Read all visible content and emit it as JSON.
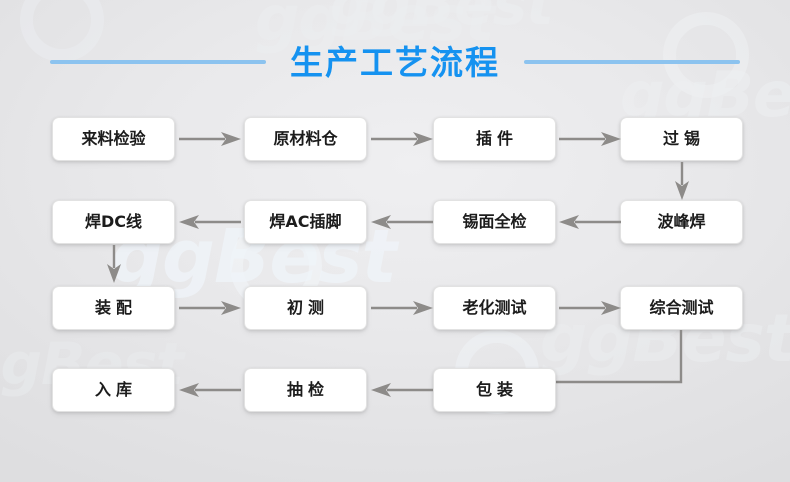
{
  "page": {
    "title": "生产工艺流程",
    "background_color": "#e4e4e6",
    "accent_color": "#1592f0",
    "rule_color": "#8cc3ef",
    "node_fill": "#ffffff",
    "arrow_color": "#8d8b89",
    "watermark_text": "ggBest"
  },
  "flow": {
    "rows": [
      {
        "direction": "left-to-right",
        "nodes": [
          {
            "label": "来料检验",
            "spaced": false
          },
          {
            "label": "原材料仓",
            "spaced": false
          },
          {
            "label": "插件",
            "spaced": true
          },
          {
            "label": "过锡",
            "spaced": true
          }
        ]
      },
      {
        "direction": "right-to-left",
        "nodes": [
          {
            "label": "焊DC线",
            "spaced": false
          },
          {
            "label": "焊AC插脚",
            "spaced": false
          },
          {
            "label": "锡面全检",
            "spaced": false
          },
          {
            "label": "波峰焊",
            "spaced": false
          }
        ]
      },
      {
        "direction": "left-to-right",
        "nodes": [
          {
            "label": "装配",
            "spaced": true
          },
          {
            "label": "初测",
            "spaced": true
          },
          {
            "label": "老化测试",
            "spaced": false
          },
          {
            "label": "综合测试",
            "spaced": false
          }
        ]
      },
      {
        "direction": "right-to-left",
        "nodes": [
          {
            "label": "入库",
            "spaced": true
          },
          {
            "label": "抽检",
            "spaced": true
          },
          {
            "label": "包装",
            "spaced": true
          }
        ]
      }
    ],
    "connectors": [
      {
        "name": "arrow-liaojianyan-to-yuancailiaocang",
        "kind": "arrow-right"
      },
      {
        "name": "arrow-yuancailiaocang-to-chajian",
        "kind": "arrow-right"
      },
      {
        "name": "arrow-chajian-to-guoxi",
        "kind": "arrow-right"
      },
      {
        "name": "arrow-guoxi-to-bofenghan",
        "kind": "arrow-down"
      },
      {
        "name": "arrow-bofenghan-to-ximianquanjian",
        "kind": "arrow-left"
      },
      {
        "name": "arrow-ximianquanjian-to-hanacchajiao",
        "kind": "arrow-left"
      },
      {
        "name": "arrow-hanacchajiao-to-handcxian",
        "kind": "arrow-left"
      },
      {
        "name": "arrow-handcxian-to-zhuangpei",
        "kind": "arrow-down"
      },
      {
        "name": "arrow-zhuangpei-to-chuce",
        "kind": "arrow-right"
      },
      {
        "name": "arrow-chuce-to-laohuaceshi",
        "kind": "arrow-right"
      },
      {
        "name": "arrow-laohuaceshi-to-zonghesceshi",
        "kind": "arrow-right"
      },
      {
        "name": "arrow-zonghesceshi-to-baozhuang",
        "kind": "elbow-down-left"
      },
      {
        "name": "arrow-baozhuang-to-choujian",
        "kind": "arrow-left"
      },
      {
        "name": "arrow-choujian-to-ruku",
        "kind": "arrow-left"
      }
    ]
  }
}
